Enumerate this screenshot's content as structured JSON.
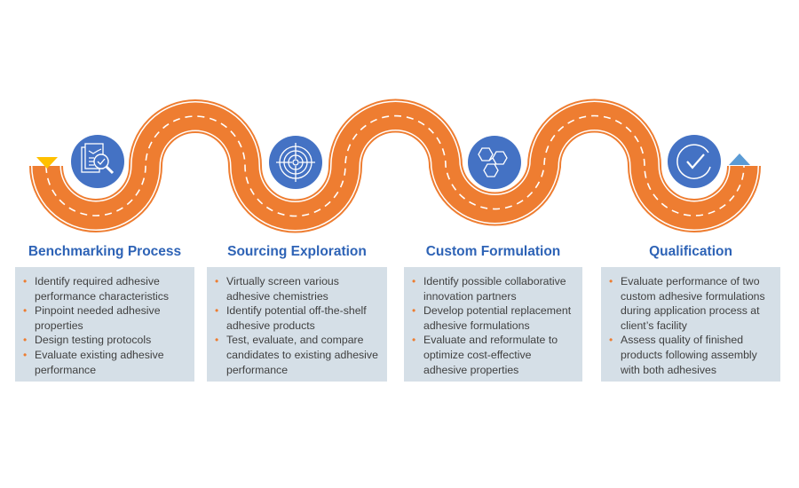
{
  "colors": {
    "road": "#ee7d31",
    "road_line": "#ffffff",
    "icon_circle": "#4472c4",
    "heading": "#2e63b6",
    "panel_bg": "#d5dfe7",
    "bullet": "#ed7d31",
    "start_marker": "#ffc000",
    "end_marker": "#5b9bd5"
  },
  "road": {
    "start_marker": "start-triangle",
    "end_marker": "end-triangle"
  },
  "stages": [
    {
      "title": "Benchmarking Process",
      "icon": "document-magnifier-icon",
      "bullets": [
        "Identify required adhesive performance characteristics",
        "Pinpoint needed adhesive properties",
        "Design testing protocols",
        "Evaluate existing adhesive performance"
      ]
    },
    {
      "title": "Sourcing Exploration",
      "icon": "target-crosshair-icon",
      "bullets": [
        "Virtually screen various adhesive chemistries",
        "Identify potential off-the-shelf adhesive products",
        "Test, evaluate, and compare candidates to existing adhesive performance"
      ]
    },
    {
      "title": "Custom Formulation",
      "icon": "molecule-hexagon-icon",
      "bullets": [
        "Identify possible collaborative innovation partners",
        "Develop potential replacement adhesive formulations",
        "Evaluate and reformulate to optimize cost-effective adhesive properties"
      ]
    },
    {
      "title": "Qualification",
      "icon": "checkmark-circle-icon",
      "bullets": [
        "Evaluate performance of two custom adhesive formulations during application process at client’s facility",
        "Assess quality of finished products following assembly with both adhesives"
      ]
    }
  ]
}
